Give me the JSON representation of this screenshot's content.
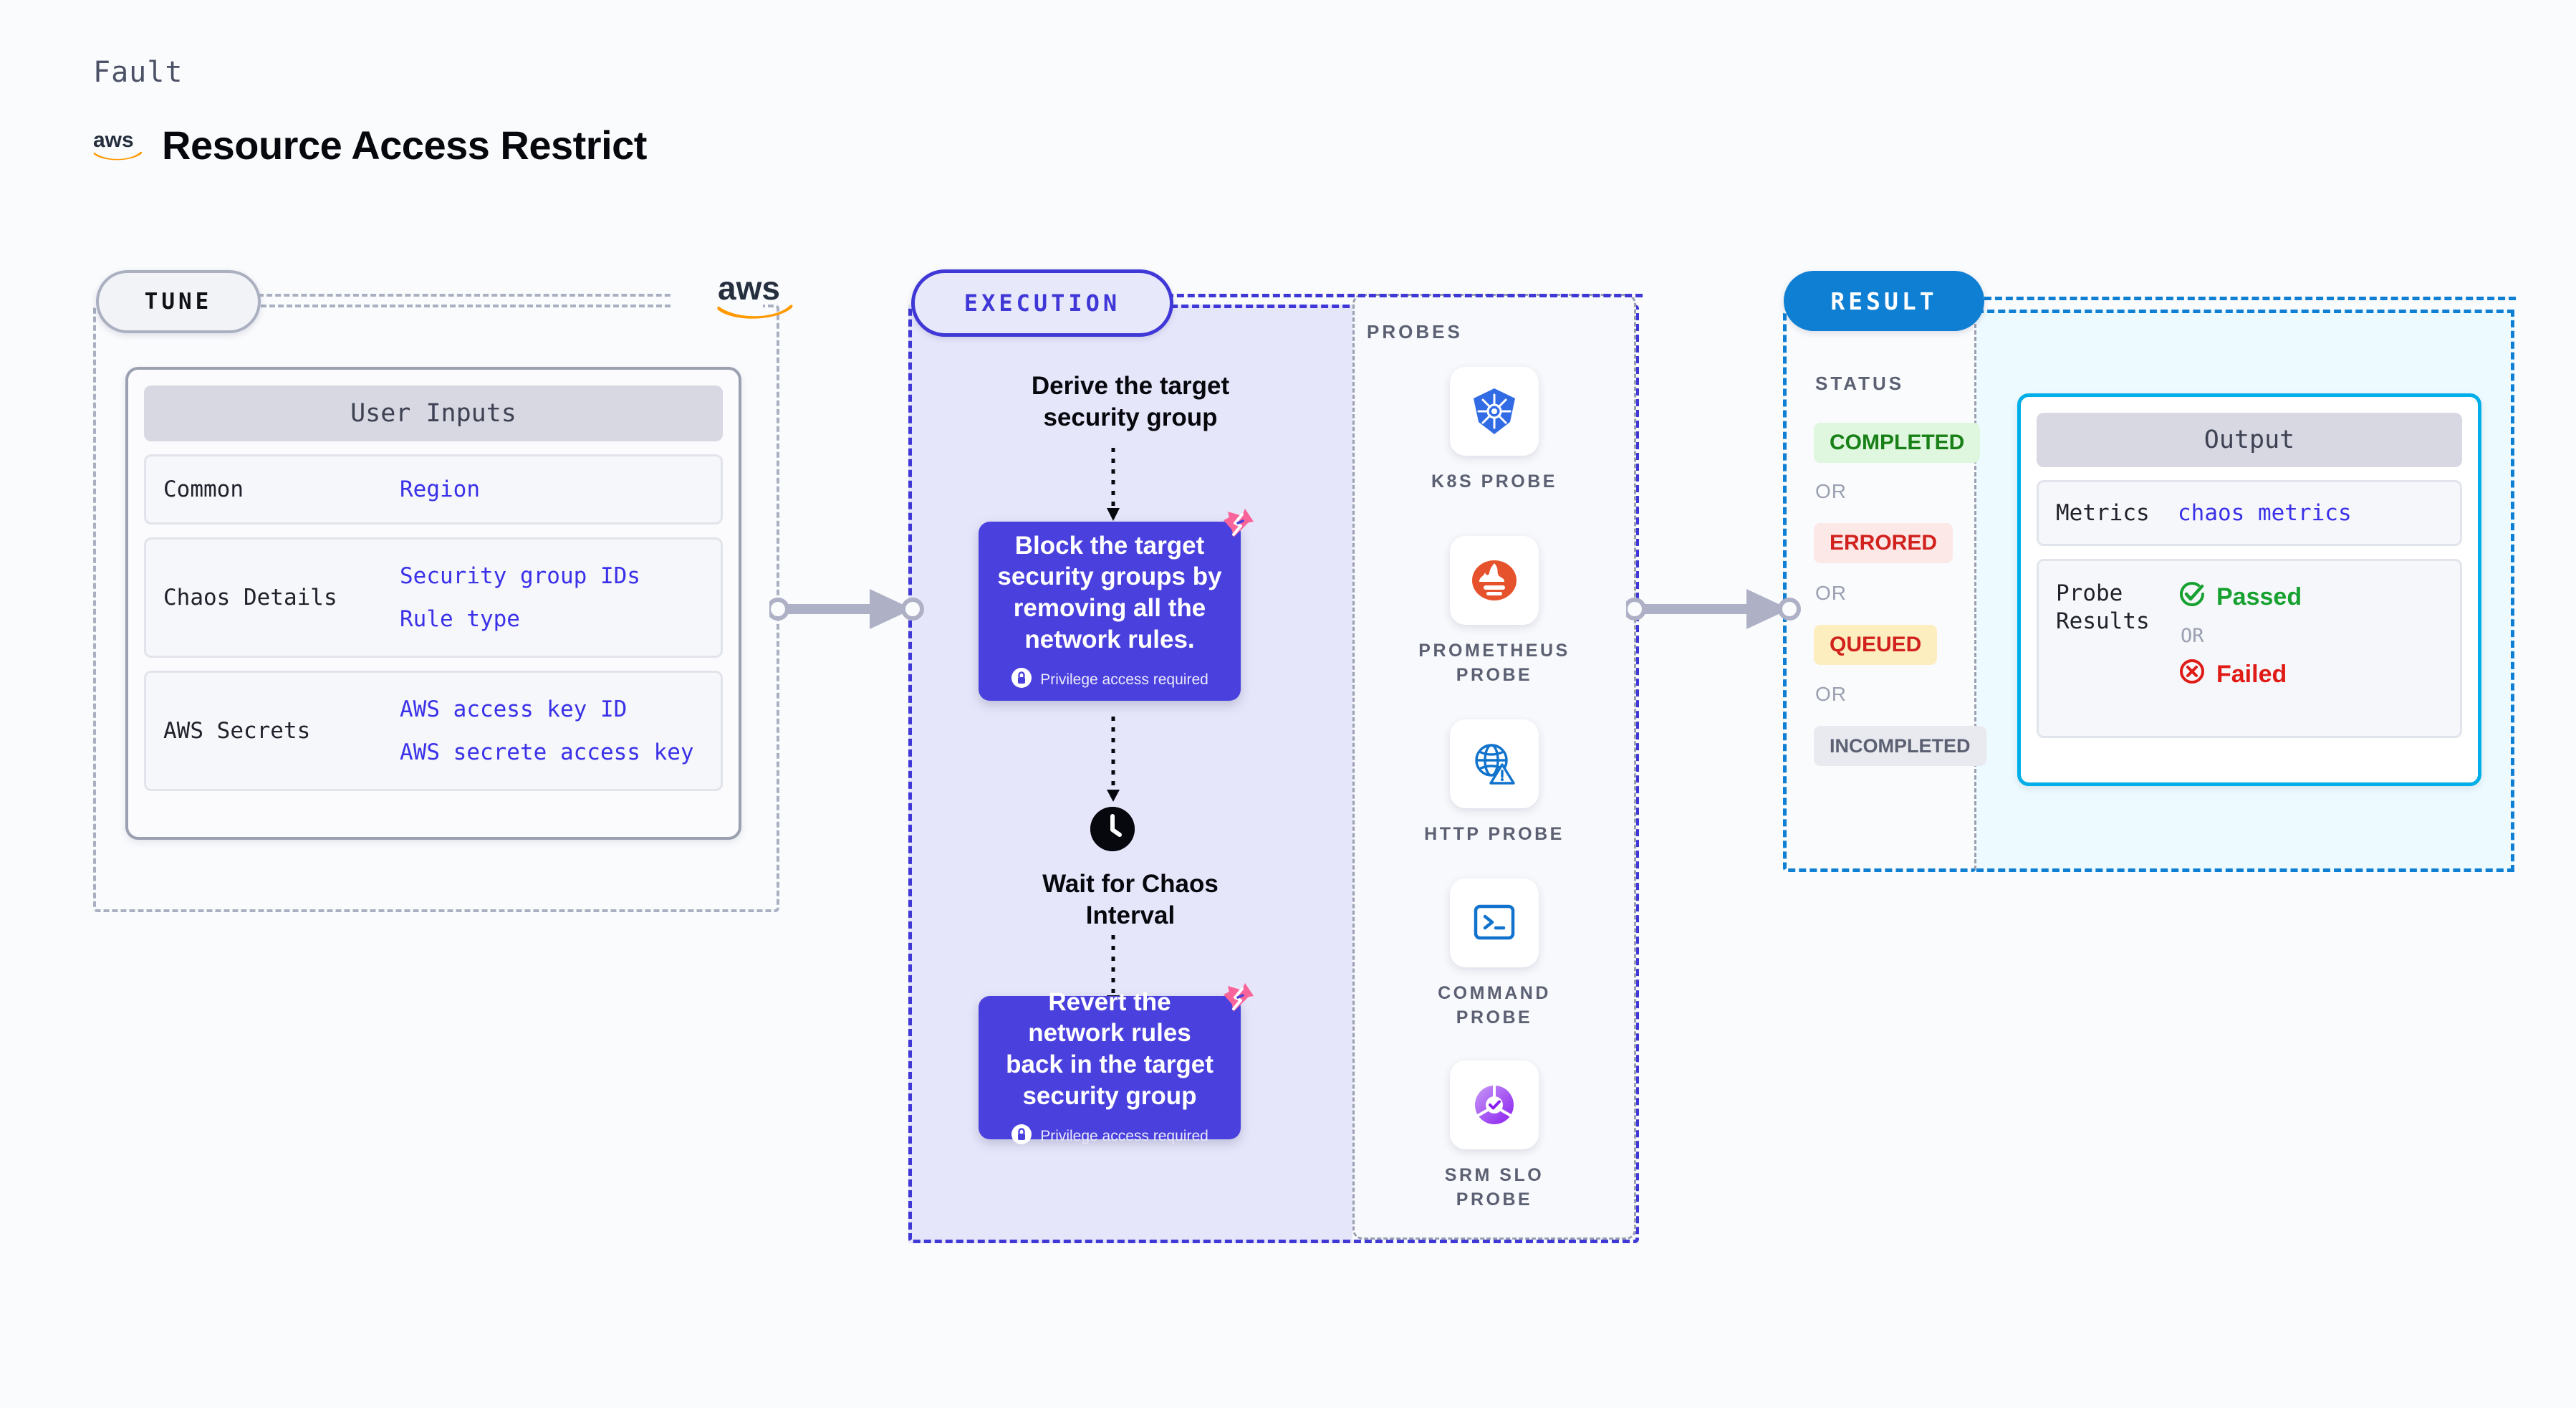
{
  "header": {
    "eyebrow": "Fault",
    "title": "Resource Access Restrict",
    "logo_icon": "aws-logo"
  },
  "colors": {
    "page_bg": "#fafbfd",
    "tune_border": "#aab0c0",
    "execution_border": "#4038d6",
    "execution_fill": "#e6e6fb",
    "execution_block": "#4a40dd",
    "result_border": "#0f7fd4",
    "result_fill": "#edfaff",
    "output_border": "#00aee8",
    "link_text": "#3a31e8",
    "harness_pink": "#f9649a",
    "aws_orange": "#ff9900"
  },
  "tune": {
    "badge": "TUNE",
    "corner_icon": "aws-logo",
    "card": {
      "title": "User Inputs",
      "rows": [
        {
          "label": "Common",
          "values": [
            "Region"
          ]
        },
        {
          "label": "Chaos Details",
          "values": [
            "Security group IDs",
            "Rule type"
          ]
        },
        {
          "label": "AWS Secrets",
          "values": [
            "AWS access key ID",
            "AWS secrete access key"
          ]
        }
      ]
    }
  },
  "execution": {
    "badge": "EXECUTION",
    "steps": {
      "derive": "Derive the target\nsecurity group",
      "block": {
        "title": "Block the target\nsecurity groups by\nremoving all the\nnetwork rules.",
        "privilege": "Privilege access required",
        "privilege_icon": "lock-icon",
        "corner_icon": "harness-logo"
      },
      "wait": "Wait for Chaos\nInterval",
      "wait_icon": "clock-icon",
      "revert": {
        "title": "Revert the network\nrules back in the\ntarget security group",
        "privilege": "Privilege access required",
        "privilege_icon": "lock-icon",
        "corner_icon": "harness-logo"
      }
    },
    "probes": {
      "label": "PROBES",
      "items": [
        {
          "name": "K8S  PROBE",
          "icon": "kubernetes-icon"
        },
        {
          "name": "PROMETHEUS\nPROBE",
          "icon": "prometheus-icon"
        },
        {
          "name": "HTTP  PROBE",
          "icon": "http-globe-icon"
        },
        {
          "name": "COMMAND\nPROBE",
          "icon": "terminal-icon"
        },
        {
          "name": "SRM  SLO\nPROBE",
          "icon": "srm-slo-icon"
        }
      ]
    }
  },
  "result": {
    "badge": "RESULT",
    "status_label": "STATUS",
    "or_label": "OR",
    "statuses": [
      {
        "text": "COMPLETED",
        "bg": "#dff6df",
        "fg": "#188017"
      },
      {
        "text": "ERRORED",
        "bg": "#fde8e8",
        "fg": "#d1221d"
      },
      {
        "text": "QUEUED",
        "bg": "#fdeec0",
        "fg": "#d1221d"
      },
      {
        "text": "INCOMPLETED",
        "bg": "#e9eaf0",
        "fg": "#5b6072"
      }
    ],
    "output_card": {
      "title": "Output",
      "metrics_label": "Metrics",
      "metrics_value": "chaos metrics",
      "probe_label": "Probe\nResults",
      "passed": "Passed",
      "passed_icon": "check-circle-icon",
      "or_label": "OR",
      "failed": "Failed",
      "failed_icon": "x-circle-icon"
    }
  },
  "connectors": [
    {
      "name": "tune-to-execution"
    },
    {
      "name": "execution-to-result"
    }
  ]
}
